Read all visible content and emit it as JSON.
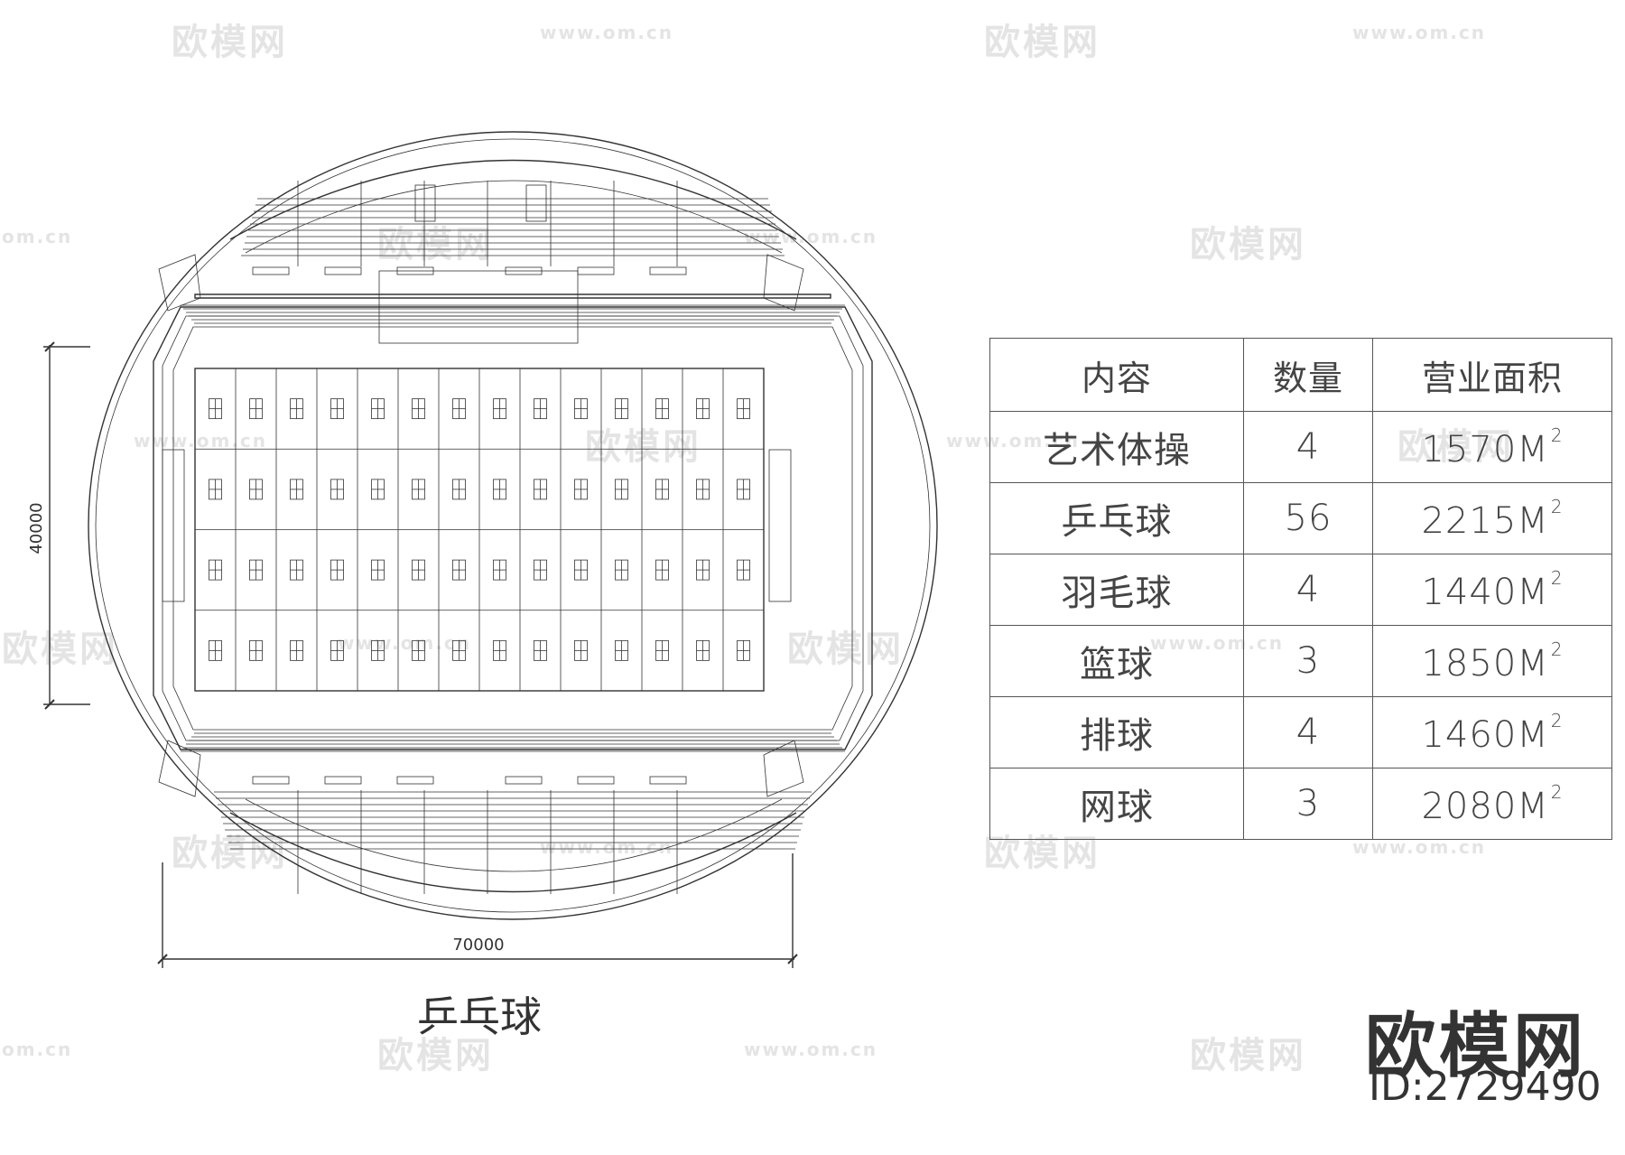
{
  "drawing": {
    "title": "乒乓球",
    "dim_width": "70000",
    "dim_height": "40000"
  },
  "table": {
    "headers": [
      "内容",
      "数量",
      "营业面积"
    ],
    "unit_sup": "2",
    "rows": [
      {
        "name": "艺术体操",
        "count": "4",
        "area": "1570M"
      },
      {
        "name": "乒乓球",
        "count": "56",
        "area": "2215M"
      },
      {
        "name": "羽毛球",
        "count": "4",
        "area": "1440M"
      },
      {
        "name": "篮球",
        "count": "3",
        "area": "1850M"
      },
      {
        "name": "排球",
        "count": "4",
        "area": "1460M"
      },
      {
        "name": "网球",
        "count": "3",
        "area": "2080M"
      }
    ]
  },
  "watermark": {
    "logo_text": "欧模网",
    "url_text": "www.om.cn",
    "url_short": "om.cn"
  },
  "brand": {
    "name": "欧模网",
    "id": "ID:2729490"
  },
  "colors": {
    "line": "#333333",
    "watermark": "#e4e4e4"
  }
}
